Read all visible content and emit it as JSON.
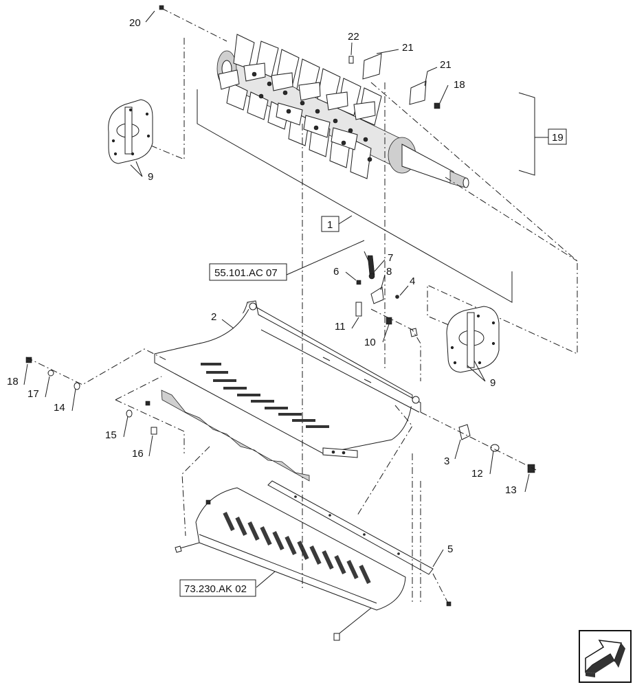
{
  "callouts": [
    {
      "id": "c20",
      "text": "20"
    },
    {
      "id": "c22",
      "text": "22"
    },
    {
      "id": "c21a",
      "text": "21"
    },
    {
      "id": "c21b",
      "text": "21"
    },
    {
      "id": "c18a",
      "text": "18"
    },
    {
      "id": "c19",
      "text": "19"
    },
    {
      "id": "c9a",
      "text": "9"
    },
    {
      "id": "c1",
      "text": "1"
    },
    {
      "id": "c7",
      "text": "7"
    },
    {
      "id": "c6",
      "text": "6"
    },
    {
      "id": "c8",
      "text": "8"
    },
    {
      "id": "c4",
      "text": "4"
    },
    {
      "id": "c2",
      "text": "2"
    },
    {
      "id": "c11",
      "text": "11"
    },
    {
      "id": "c10",
      "text": "10"
    },
    {
      "id": "c9b",
      "text": "9"
    },
    {
      "id": "c18b",
      "text": "18"
    },
    {
      "id": "c17",
      "text": "17"
    },
    {
      "id": "c14",
      "text": "14"
    },
    {
      "id": "c15",
      "text": "15"
    },
    {
      "id": "c16",
      "text": "16"
    },
    {
      "id": "c3",
      "text": "3"
    },
    {
      "id": "c12",
      "text": "12"
    },
    {
      "id": "c13",
      "text": "13"
    },
    {
      "id": "c5",
      "text": "5"
    }
  ],
  "references": {
    "ref_55": "55.101.AC 07",
    "ref_73": "73.230.AK 02"
  },
  "colors": {
    "line": "#1a1a1a",
    "background": "#ffffff",
    "dark_part": "#2a2a2a",
    "nav_arrow": "#333333"
  },
  "icons": {
    "nav_arrow": "navigation-arrow-icon"
  }
}
